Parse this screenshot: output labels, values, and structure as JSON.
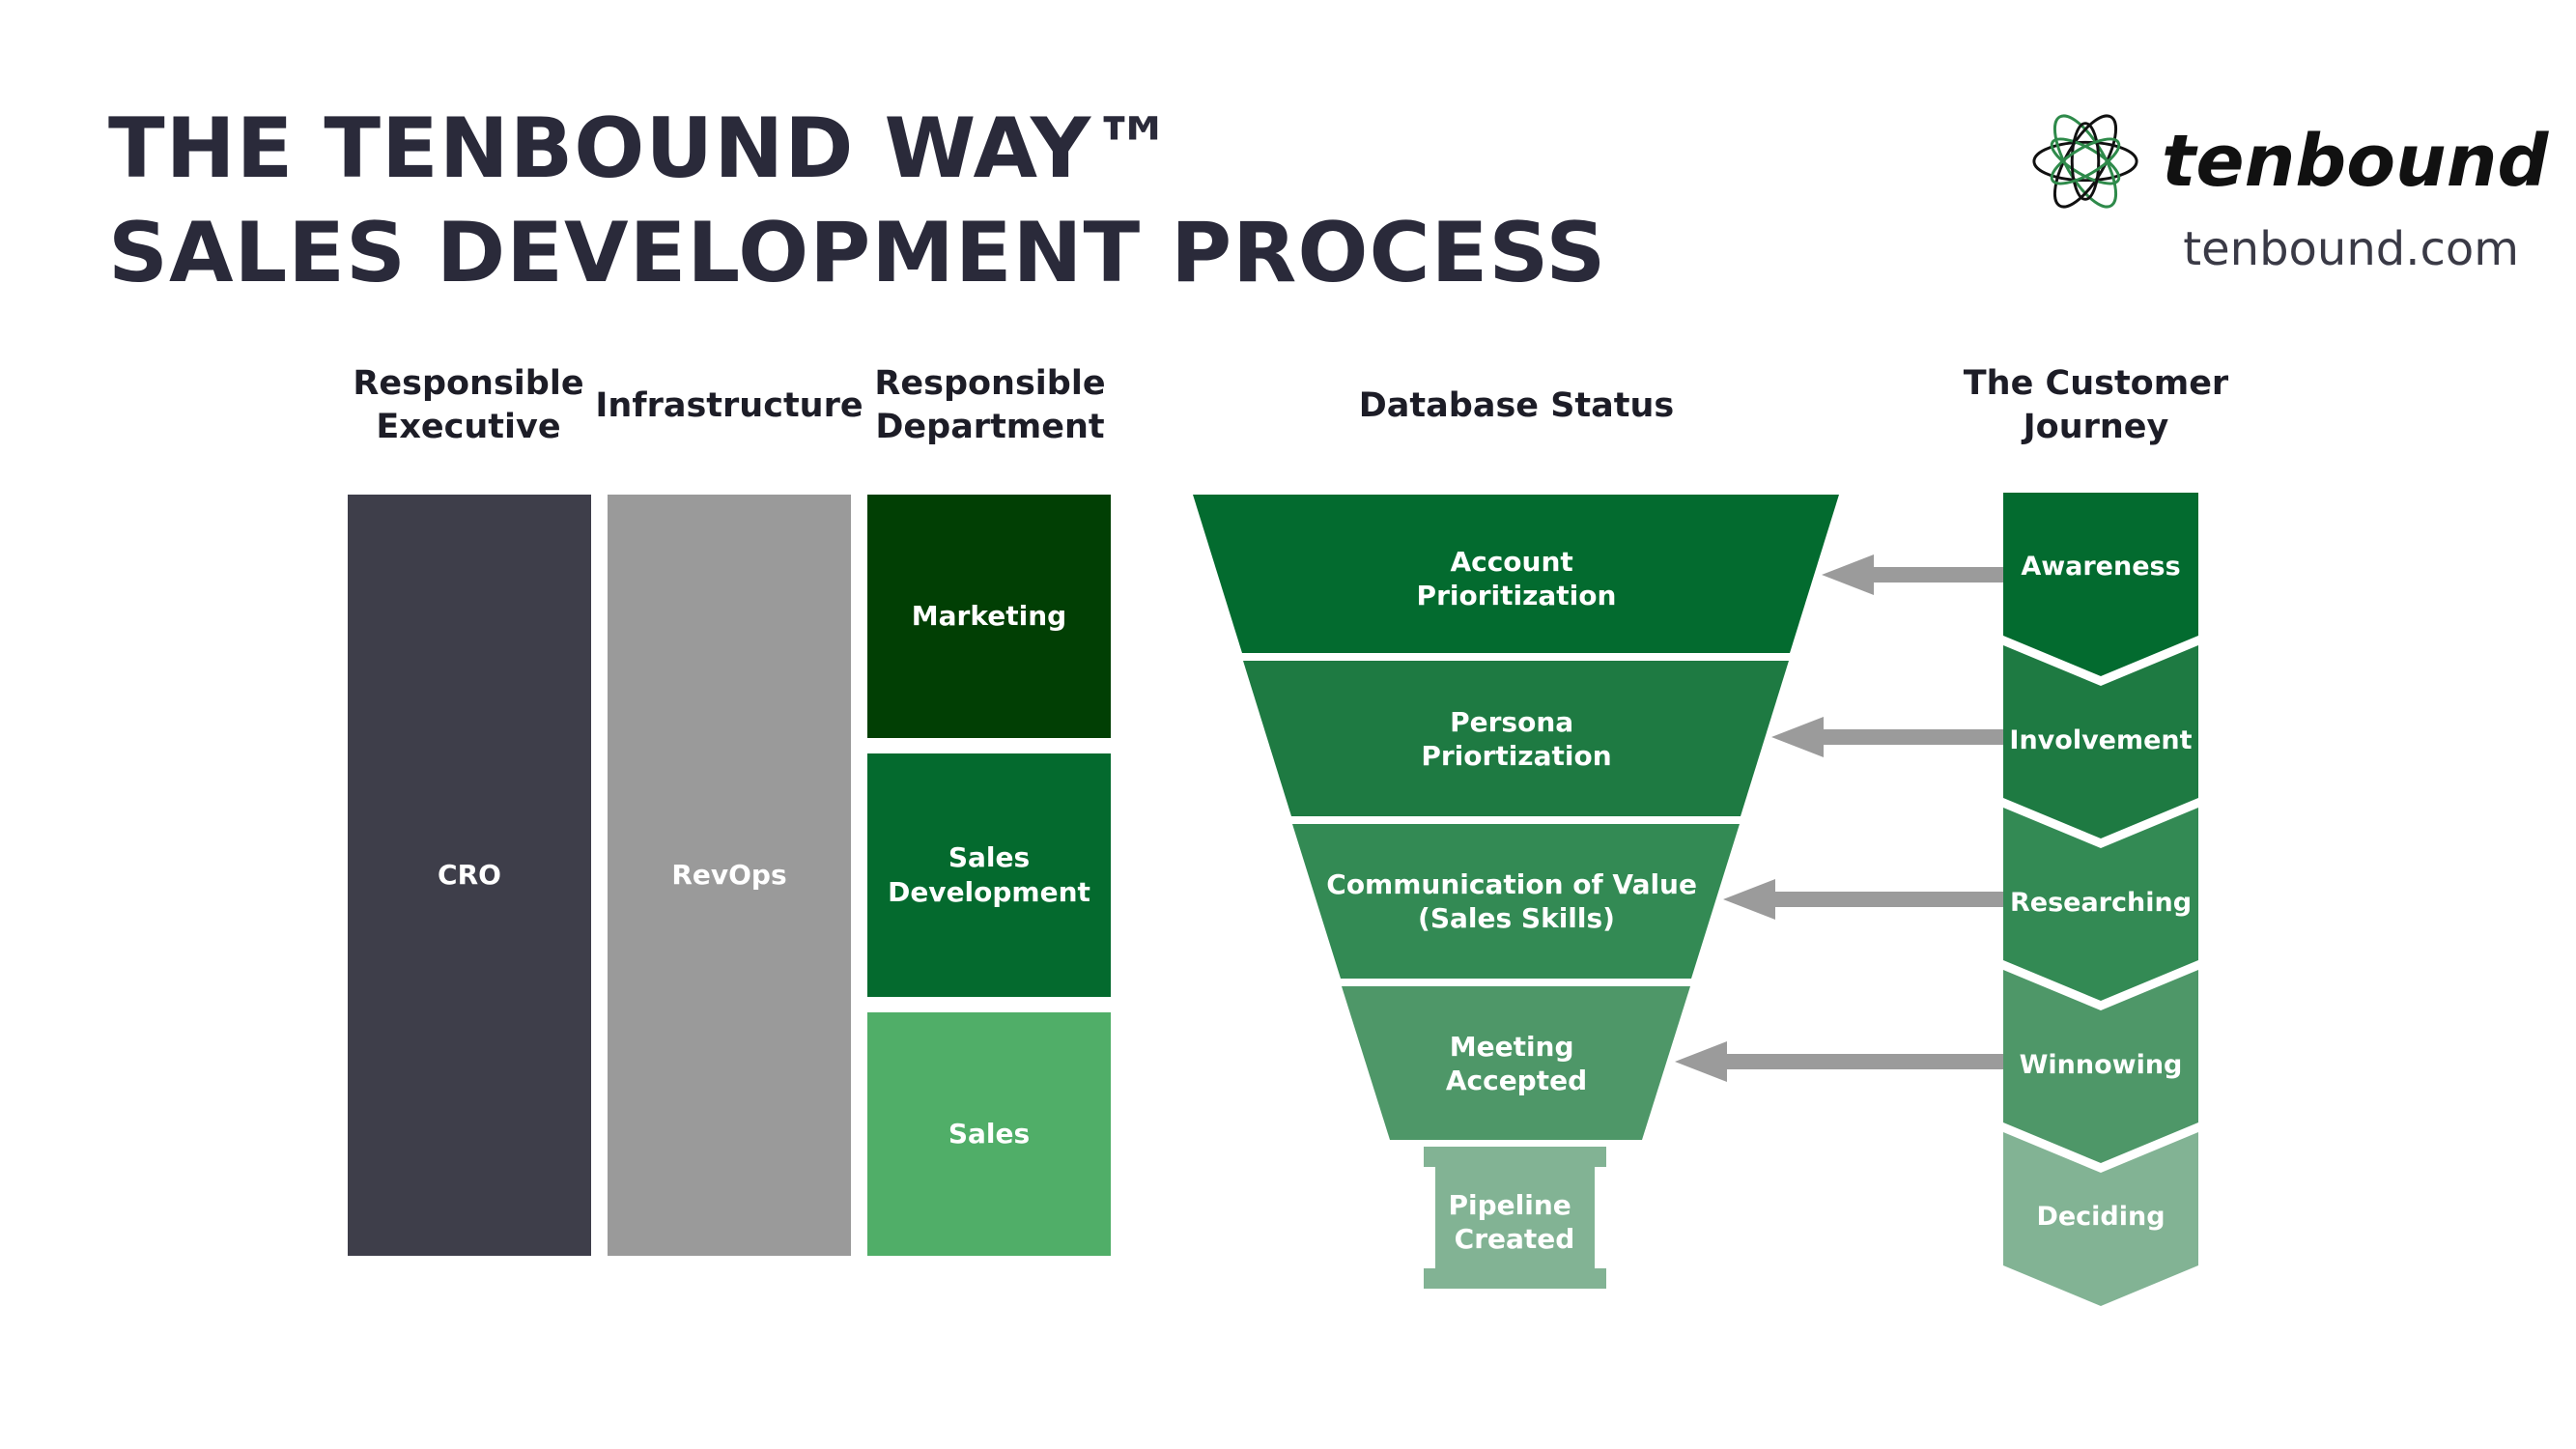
{
  "header": {
    "title_line1": "THE TENBOUND WAY™",
    "title_line2": "SALES DEVELOPMENT PROCESS",
    "logo_text": "tenbound",
    "logo_url": "tenbound.com"
  },
  "columns": {
    "responsible_executive": "Responsible\nExecutive",
    "infrastructure": "Infrastructure",
    "responsible_department": "Responsible\nDepartment",
    "database_status": "Database Status",
    "customer_journey": "The Customer\nJourney"
  },
  "executive": {
    "label": "CRO",
    "color": "#3e3e4a"
  },
  "infrastructure_block": {
    "label": "RevOps",
    "color": "#9a9a9a"
  },
  "departments": [
    {
      "label": "Marketing",
      "color": "#013f04"
    },
    {
      "label": "Sales\nDevelopment",
      "color": "#046a2e"
    },
    {
      "label": "Sales",
      "color": "#50ae68"
    }
  ],
  "funnel": [
    {
      "label": "Account\nPrioritization",
      "color": "#036b2f"
    },
    {
      "label": "Persona\nPriortization",
      "color": "#1e7a42"
    },
    {
      "label": "Communication of Value\n(Sales Skills)",
      "color": "#338a54"
    },
    {
      "label": "Meeting\nAccepted",
      "color": "#4e9768"
    }
  ],
  "pipeline": {
    "label": "Pipeline\nCreated",
    "color": "#82b394"
  },
  "journey": [
    {
      "label": "Awareness",
      "color": "#036b2f"
    },
    {
      "label": "Involvement",
      "color": "#1e7a42"
    },
    {
      "label": "Researching",
      "color": "#338a54"
    },
    {
      "label": "Winnowing",
      "color": "#4e9768"
    },
    {
      "label": "Deciding",
      "color": "#82b394"
    }
  ],
  "colors": {
    "arrow": "#9b9b9b",
    "title": "#2a2a3a",
    "logo_green": "#2e8a4a"
  }
}
